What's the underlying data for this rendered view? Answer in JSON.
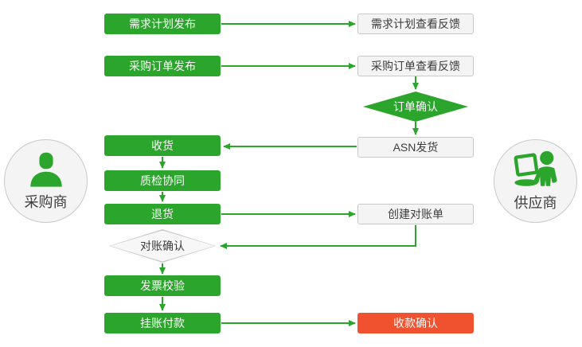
{
  "diagram": {
    "title_hint": "procurement-collaboration-flow",
    "colors": {
      "primary_green": "#2ca52c",
      "accent_red": "#f0512e",
      "neutral_fill": "#f4f4f4",
      "neutral_border": "#c9c9c9",
      "text_dark": "#3c3c3c",
      "text_light": "#ffffff"
    },
    "actors": {
      "buyer": {
        "label": "采购商",
        "icon": "person-icon"
      },
      "supplier": {
        "label": "供应商",
        "icon": "person-laptop-icon"
      }
    },
    "buyer_steps": [
      {
        "label": "需求计划发布",
        "type": "process"
      },
      {
        "label": "采购订单发布",
        "type": "process"
      },
      {
        "label": "收货",
        "type": "process"
      },
      {
        "label": "质检协同",
        "type": "process"
      },
      {
        "label": "退货",
        "type": "process"
      },
      {
        "label": "对账确认",
        "type": "decision"
      },
      {
        "label": "发票校验",
        "type": "process"
      },
      {
        "label": "挂账付款",
        "type": "process"
      }
    ],
    "supplier_steps": [
      {
        "label": "需求计划查看反馈",
        "type": "document"
      },
      {
        "label": "采购订单查看反馈",
        "type": "document"
      },
      {
        "label": "订单确认",
        "type": "decision"
      },
      {
        "label": "ASN发货",
        "type": "document"
      },
      {
        "label": "创建对账单",
        "type": "document"
      },
      {
        "label": "收款确认",
        "type": "confirm"
      }
    ]
  }
}
